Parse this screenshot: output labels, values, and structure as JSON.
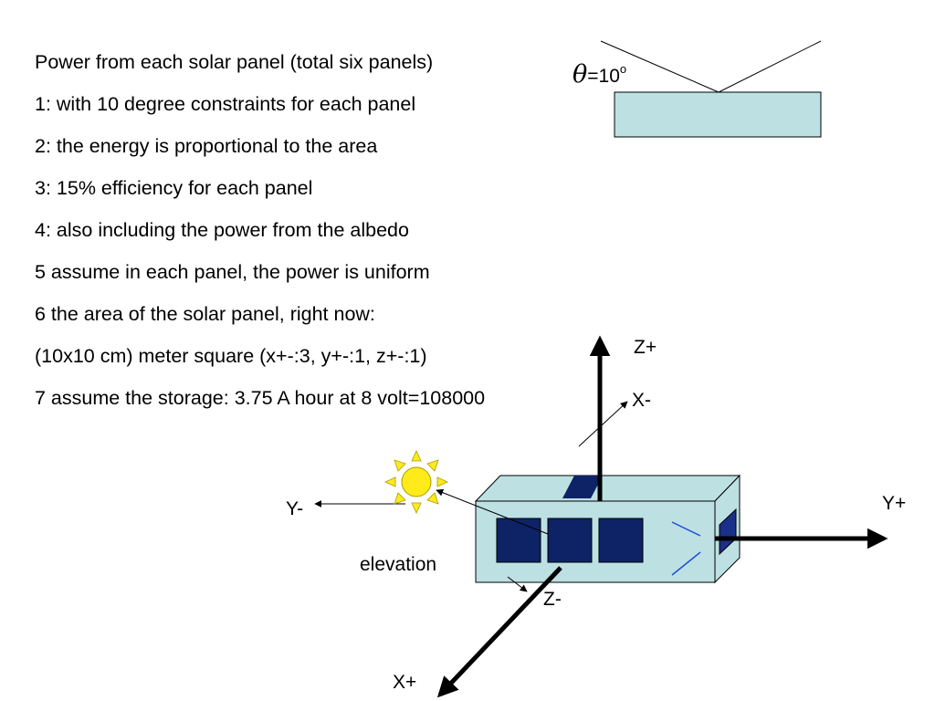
{
  "text_lines": [
    "Power from each solar panel (total six panels)",
    "1: with 10 degree constraints for each panel",
    "2: the energy is proportional to the area",
    "3: 15% efficiency for each panel",
    "4: also including the power from the albedo",
    "5 assume in each panel, the power is uniform",
    "6 the area of the solar panel, right now:",
    "(10x10 cm)  meter square (x+-:3, y+-:1, z+-:1)",
    "7 assume the storage: 3.75 A hour at 8 volt=108000"
  ],
  "angle": {
    "symbol": "θ",
    "value": "=10",
    "unit": "o"
  },
  "axes": {
    "z_plus": "Z+",
    "x_minus": "X-",
    "y_plus": "Y+",
    "y_minus": "Y-",
    "z_minus": "Z-",
    "x_plus": "X+"
  },
  "elevation_label": "elevation",
  "colors": {
    "panel_fill": "#bde0e3",
    "solar_cell": "#0d2366",
    "sun_fill": "#ffeb1a",
    "sun_rays": "#f5e21c",
    "accent_line": "#1f4fd6"
  }
}
